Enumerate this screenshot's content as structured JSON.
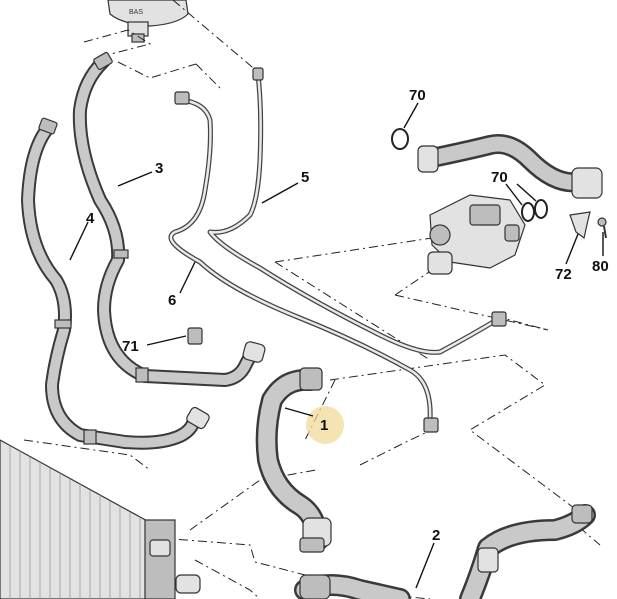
{
  "diagram": {
    "callouts": [
      {
        "id": "70a",
        "label": "70"
      },
      {
        "id": "70b",
        "label": "70"
      },
      {
        "id": "3",
        "label": "3"
      },
      {
        "id": "4",
        "label": "4"
      },
      {
        "id": "5",
        "label": "5"
      },
      {
        "id": "6",
        "label": "6"
      },
      {
        "id": "71",
        "label": "71"
      },
      {
        "id": "72",
        "label": "72"
      },
      {
        "id": "80",
        "label": "80"
      },
      {
        "id": "1",
        "label": "1"
      },
      {
        "id": "2",
        "label": "2"
      }
    ],
    "highlighted_part": "1",
    "highlight_color": "#f3d99a",
    "reservoir_text": "BAS"
  }
}
